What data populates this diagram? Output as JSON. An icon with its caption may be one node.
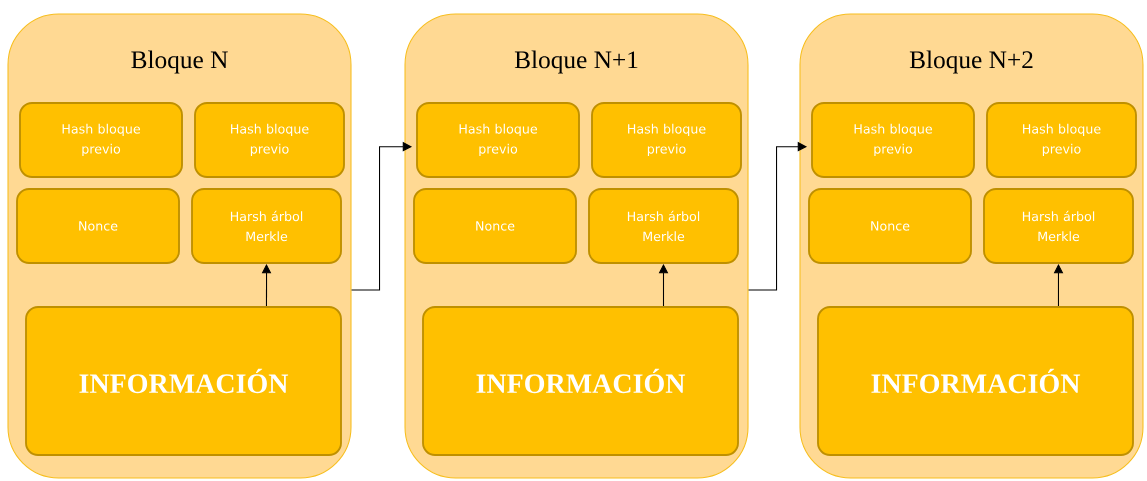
{
  "diagram": {
    "nodes": [
      {
        "text": [
          "Bloque N"
        ]
      },
      {
        "text": [
          "Hash bloque previo"
        ],
        "in": 0
      },
      {
        "text": [
          "Hash bloque previo"
        ],
        "in": 0
      },
      {
        "text": [
          "Nonce"
        ],
        "in": 0
      },
      {
        "text": [
          "Harsh árbol Merkle"
        ],
        "in": 0
      },
      {
        "text": [
          "INFORMACIÓN"
        ],
        "in": 0
      },
      {
        "text": [
          "Bloque N+1"
        ]
      },
      {
        "text": [
          "Hash bloque previo"
        ],
        "in": 6
      },
      {
        "text": [
          "Hash bloque previo"
        ],
        "in": 6
      },
      {
        "text": [
          "Nonce"
        ],
        "in": 6
      },
      {
        "text": [
          "Harsh árbol Merkle"
        ],
        "in": 6
      },
      {
        "text": [
          "INFORMACIÓN"
        ],
        "in": 6
      },
      {
        "text": [
          "Bloque N+2"
        ]
      },
      {
        "text": [
          "Hash bloque previo"
        ],
        "in": 12
      },
      {
        "text": [
          "Hash bloque previo"
        ],
        "in": 12
      },
      {
        "text": [
          "Nonce"
        ],
        "in": 12
      },
      {
        "text": [
          "Harsh árbol Merkle"
        ],
        "in": 12
      },
      {
        "text": [
          "INFORMACIÓN"
        ],
        "in": 12
      }
    ],
    "edges": [
      {
        "from": 5,
        "to": 4,
        "arrow": "to"
      },
      {
        "from": 0,
        "to": 7,
        "arrow": "to"
      },
      {
        "from": 11,
        "to": 10,
        "arrow": "to"
      },
      {
        "from": 6,
        "to": 13,
        "arrow": "to"
      },
      {
        "from": 17,
        "to": 16,
        "arrow": "to"
      }
    ]
  }
}
